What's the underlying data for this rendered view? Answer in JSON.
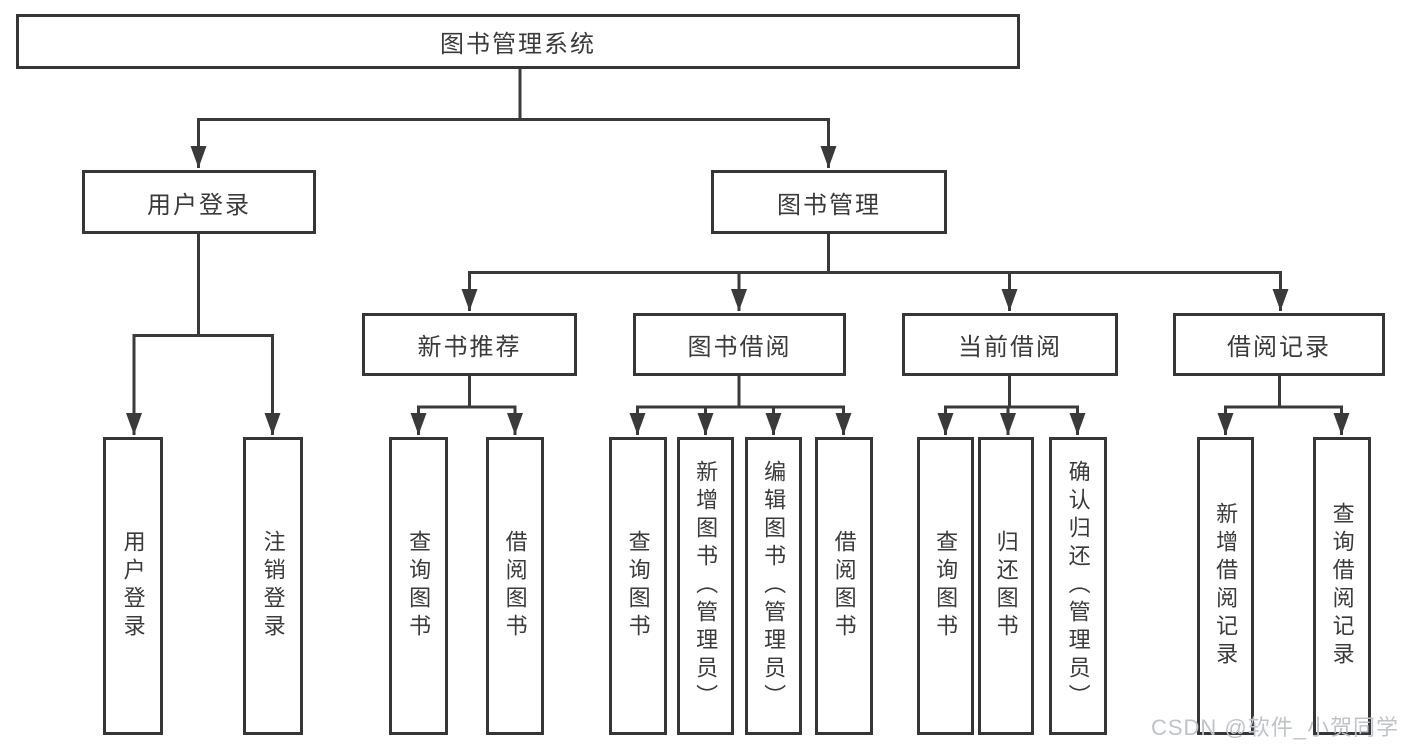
{
  "diagram_title": "图书管理系统",
  "tree": {
    "label": "图书管理系统",
    "children": [
      {
        "label": "用户登录",
        "children": [
          {
            "label": "用户登录"
          },
          {
            "label": "注销登录"
          }
        ]
      },
      {
        "label": "图书管理",
        "children": [
          {
            "label": "新书推荐",
            "children": [
              {
                "label": "查询图书"
              },
              {
                "label": "借阅图书"
              }
            ]
          },
          {
            "label": "图书借阅",
            "children": [
              {
                "label": "查询图书"
              },
              {
                "label": "新增图书（管理员）"
              },
              {
                "label": "编辑图书（管理员）"
              },
              {
                "label": "借阅图书"
              }
            ]
          },
          {
            "label": "当前借阅",
            "children": [
              {
                "label": "查询图书"
              },
              {
                "label": "归还图书"
              },
              {
                "label": "确认归还（管理员）"
              }
            ]
          },
          {
            "label": "借阅记录",
            "children": [
              {
                "label": "新增借阅记录"
              },
              {
                "label": "查询借阅记录"
              }
            ]
          }
        ]
      }
    ]
  },
  "watermark": {
    "text": "CSDN @软件_小贺同学"
  },
  "colors": {
    "line": "#3a3a3a",
    "box_border": "#363636",
    "text": "#3a3a3a",
    "watermark": "#bfc3c9",
    "background": "#ffffff"
  }
}
